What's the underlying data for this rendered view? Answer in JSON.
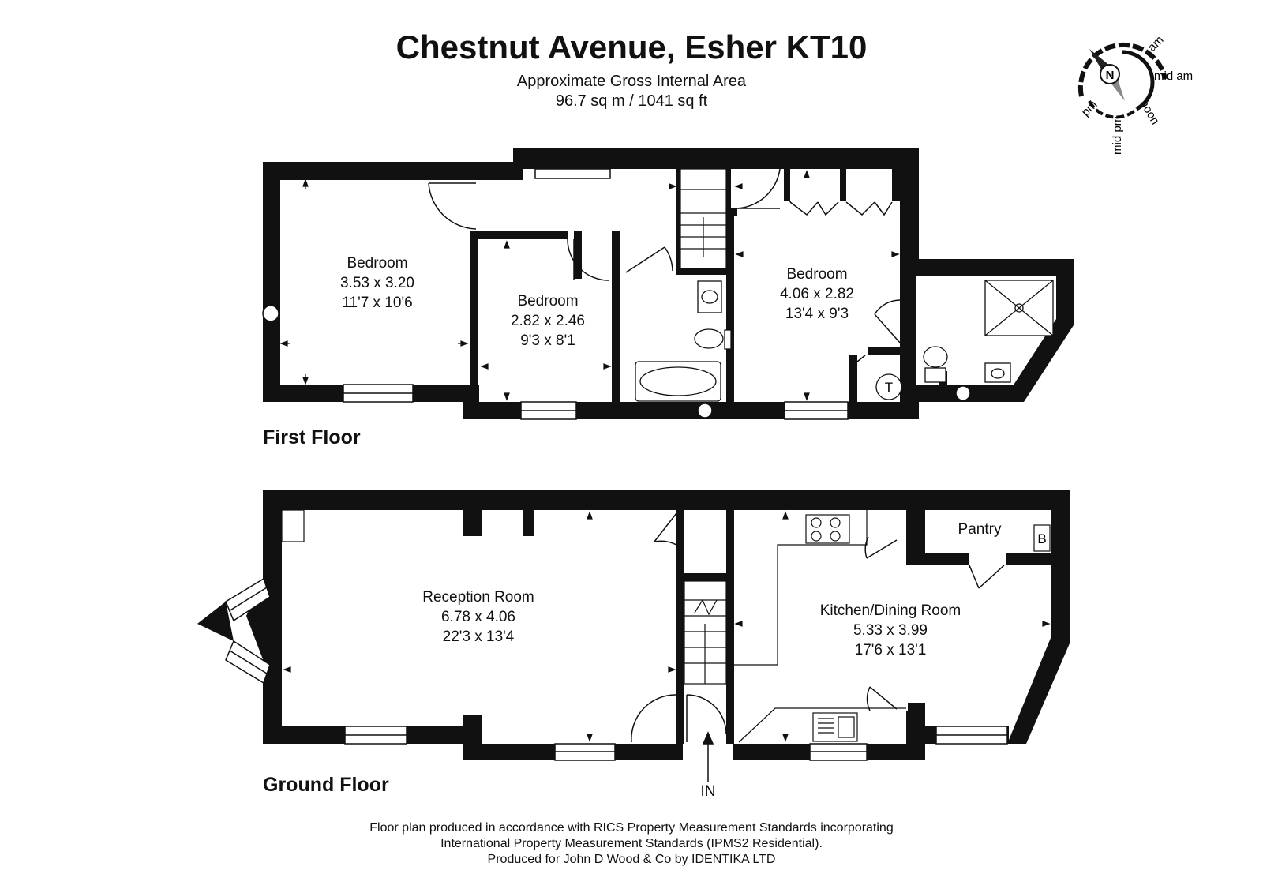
{
  "header": {
    "title": "Chestnut Avenue, Esher KT10",
    "area_label": "Approximate Gross Internal Area",
    "area_value": "96.7 sq m / 1041 sq ft"
  },
  "compass": {
    "north": "N",
    "am": "am",
    "mid_am": "mid am",
    "noon": "noon",
    "mid_pm": "mid pm",
    "pm": "pm"
  },
  "first_floor": {
    "label": "First Floor",
    "rooms": [
      {
        "name": "Bedroom",
        "metric": "3.53 x 3.20",
        "imperial": "11'7 x 10'6"
      },
      {
        "name": "Bedroom",
        "metric": "2.82 x 2.46",
        "imperial": "9'3 x 8'1"
      },
      {
        "name": "Bedroom",
        "metric": "4.06 x 2.82",
        "imperial": "13'4 x 9'3"
      }
    ],
    "tank_label": "T"
  },
  "ground_floor": {
    "label": "Ground Floor",
    "rooms": [
      {
        "name": "Reception Room",
        "metric": "6.78 x 4.06",
        "imperial": "22'3 x 13'4"
      },
      {
        "name": "Kitchen/Dining Room",
        "metric": "5.33 x 3.99",
        "imperial": "17'6 x 13'1"
      }
    ],
    "pantry": "Pantry",
    "boiler_label": "B",
    "entrance": "IN"
  },
  "footer": {
    "line1": "Floor plan produced in accordance with RICS Property Measurement Standards incorporating",
    "line2": "International Property Measurement Standards (IPMS2 Residential).",
    "line3": "Produced for John D Wood & Co by IDENTIKA LTD"
  }
}
